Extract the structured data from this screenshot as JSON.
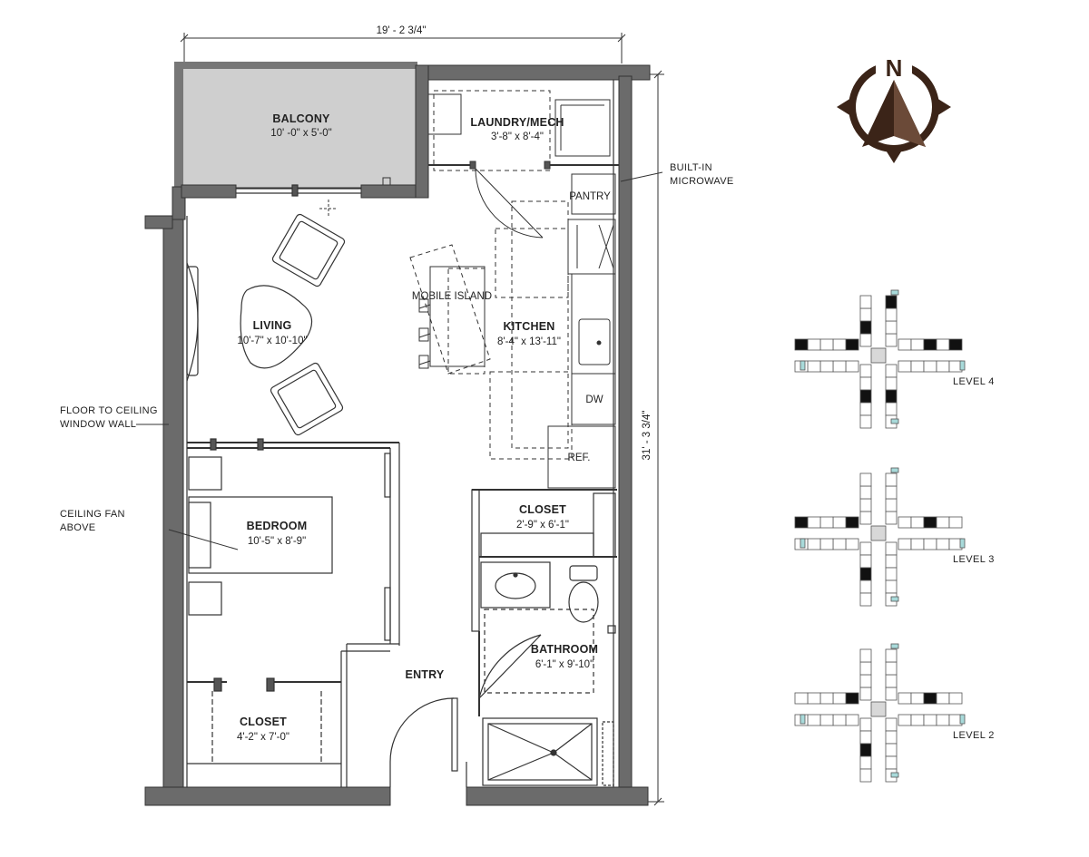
{
  "dimensions": {
    "width": "19' - 2 3/4\"",
    "depth": "31' - 3 3/4\""
  },
  "compass": {
    "letter": "N"
  },
  "rooms": {
    "balcony": {
      "name": "BALCONY",
      "size": "10' -0\" x 5'-0\""
    },
    "laundry": {
      "name": "LAUNDRY/MECH",
      "size": "3'-8\" x 8'-4\""
    },
    "pantry": {
      "name": "PANTRY"
    },
    "living": {
      "name": "LIVING",
      "size": "10'-7\" x 10'-10\""
    },
    "kitchen": {
      "name": "KITCHEN",
      "size": "8'-4\" x 13'-11\""
    },
    "island": {
      "name": "MOBILE ISLAND"
    },
    "dw": {
      "name": "DW"
    },
    "ref": {
      "name": "REF."
    },
    "closet_hall": {
      "name": "CLOSET",
      "size": "2'-9\" x 6'-1\""
    },
    "bedroom": {
      "name": "BEDROOM",
      "size": "10'-5\" x 8'-9\""
    },
    "bathroom": {
      "name": "BATHROOM",
      "size": "6'-1\" x 9'-10\""
    },
    "entry": {
      "name": "ENTRY"
    },
    "closet_bed": {
      "name": "CLOSET",
      "size": "4'-2\" x 7'-0\""
    }
  },
  "notes": {
    "microwave": [
      "BUILT-IN",
      "MICROWAVE"
    ],
    "window_wall": [
      "FLOOR TO CEILING",
      "WINDOW WALL"
    ],
    "ceiling_fan": [
      "CEILING FAN",
      "ABOVE"
    ]
  },
  "key_plans": [
    {
      "label": "LEVEL 4"
    },
    {
      "label": "LEVEL 3"
    },
    {
      "label": "LEVEL 2"
    }
  ],
  "colors": {
    "wall": "#555555",
    "line": "#333333",
    "balcony": "#cfcfcf",
    "compass": "#3b2418",
    "highlight": "#111111",
    "glass": "#a8dada"
  }
}
